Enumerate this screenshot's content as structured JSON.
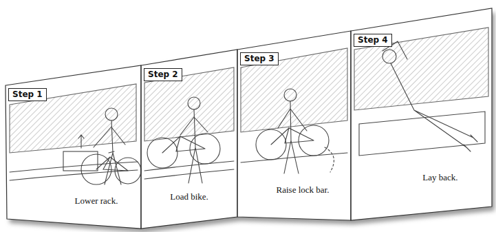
{
  "diagram": {
    "nodes": [
      {
        "text": [
          "Step 1",
          "Lower rack."
        ]
      },
      {
        "text": [
          "Step 2",
          "Load bike."
        ]
      },
      {
        "text": [
          "Step 3",
          "Raise lock bar."
        ]
      },
      {
        "text": [
          "Step 4",
          "Lay back."
        ]
      }
    ]
  }
}
